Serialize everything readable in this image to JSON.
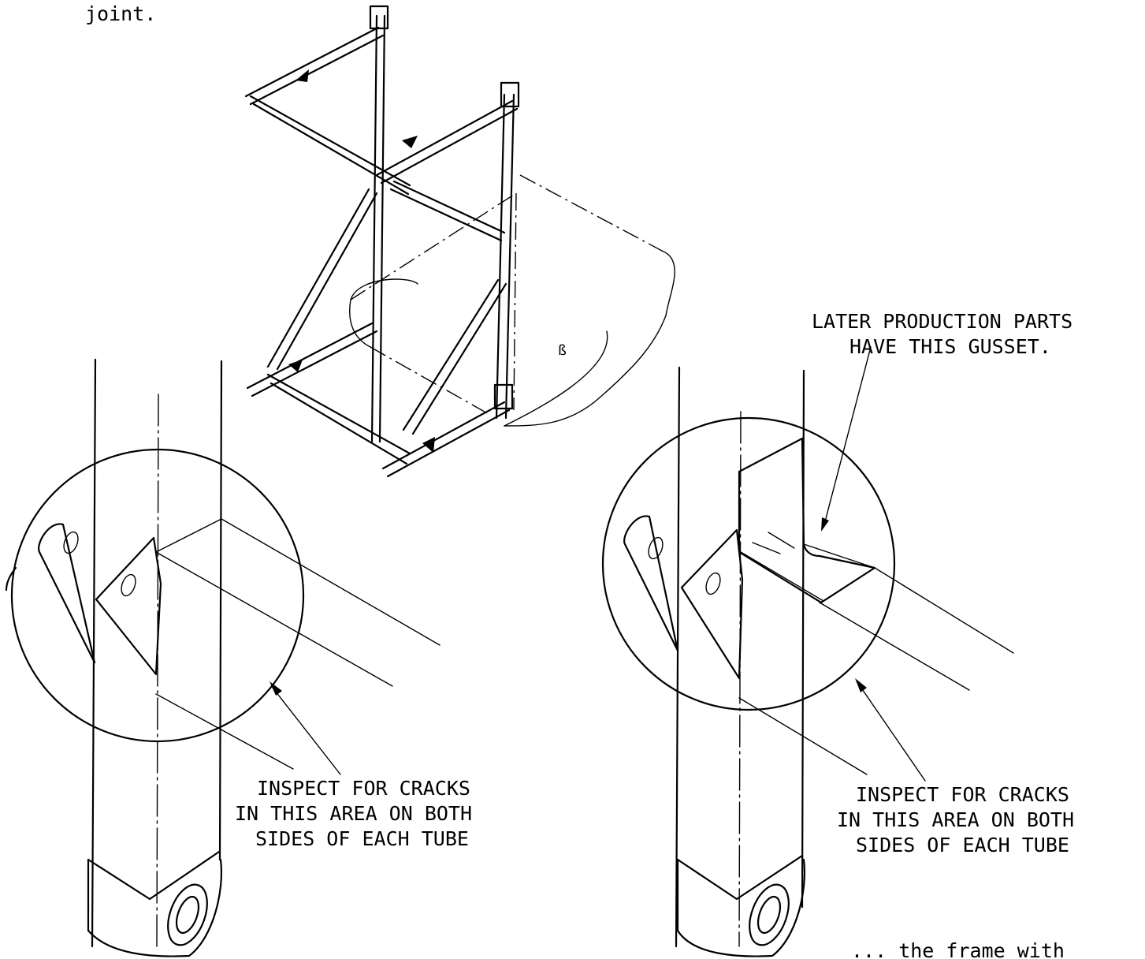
{
  "top_text": "joint.",
  "bottom_right_text": "... the frame with",
  "callouts": {
    "gusset_line1": "LATER PRODUCTION PARTS",
    "gusset_line2": "HAVE THIS GUSSET.",
    "left_inspect_line1": "INSPECT FOR CRACKS",
    "left_inspect_line2": "IN THIS AREA ON BOTH",
    "left_inspect_line3": "SIDES OF EACH TUBE",
    "right_inspect_line1": "INSPECT FOR CRACKS",
    "right_inspect_line2": "IN THIS AREA ON BOTH",
    "right_inspect_line3": "SIDES OF EACH TUBE"
  }
}
